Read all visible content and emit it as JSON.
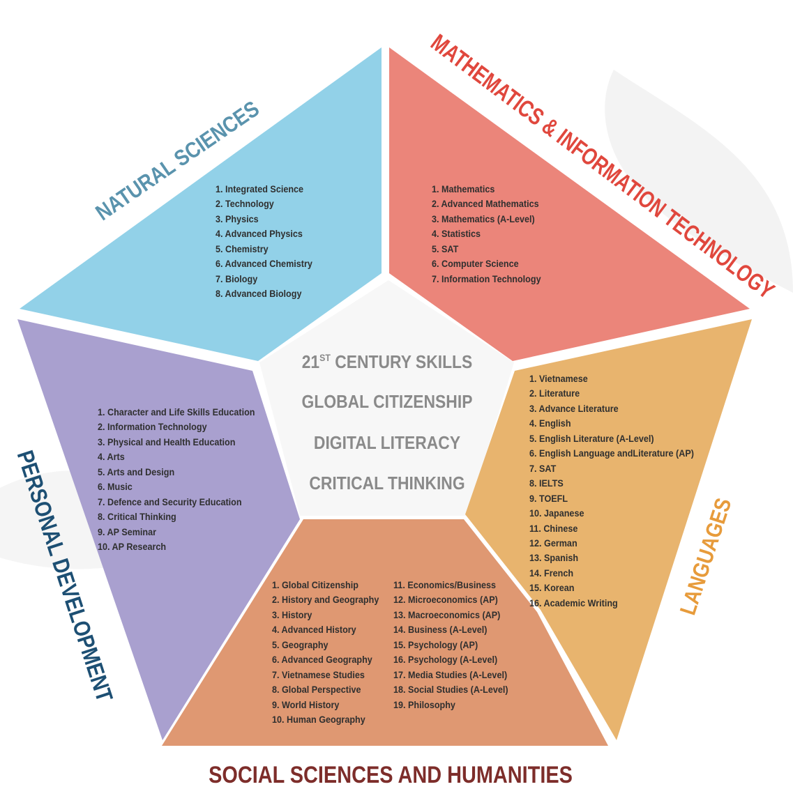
{
  "colors": {
    "natural_sciences": "#92d1e8",
    "mathematics": "#eb857a",
    "languages": "#e8b46e",
    "social_sciences": "#df9872",
    "personal_development": "#a9a0cf",
    "center": "#f7f7f7"
  },
  "core": {
    "line1_main": "21",
    "line1_sup": "ST",
    "line1_rest": " CENTURY SKILLS",
    "line2": "GLOBAL CITIZENSHIP",
    "line3": "DIGITAL LITERACY",
    "line4": "CRITICAL THINKING"
  },
  "natural_sciences": {
    "title": "NATURAL SCIENCES",
    "items": [
      "1. Integrated Science",
      "2. Technology",
      "3. Physics",
      "4. Advanced Physics",
      "5. Chemistry",
      "6. Advanced Chemistry",
      "7. Biology",
      "8. Advanced Biology"
    ]
  },
  "mathematics": {
    "title": "MATHEMATICS & INFORMATION TECHNOLOGY",
    "items": [
      "1. Mathematics",
      "2. Advanced Mathematics",
      "3. Mathematics (A-Level)",
      "4. Statistics",
      "5. SAT",
      "6. Computer Science",
      "7. Information Technology"
    ]
  },
  "languages": {
    "title": "LANGUAGES",
    "items": [
      "1. Vietnamese",
      "2. Literature",
      "3. Advance Literature",
      "4. English",
      "5. English Literature (A-Level)",
      "6. English Language andLiterature (AP)",
      "7. SAT",
      "8. IELTS",
      "9. TOEFL",
      "10. Japanese",
      "11. Chinese",
      "12. German",
      "13. Spanish",
      "14. French",
      "15. Korean",
      "16. Academic Writing"
    ]
  },
  "social_sciences": {
    "title": "SOCIAL SCIENCES AND HUMANITIES",
    "items_left": [
      "1. Global Citizenship",
      "2. History and Geography",
      "3. History",
      "4. Advanced History",
      "5. Geography",
      "6. Advanced Geography",
      "7. Vietnamese Studies",
      "8. Global Perspective",
      "9. World History",
      "10. Human Geography"
    ],
    "items_right": [
      "11. Economics/Business",
      "12. Microeconomics (AP)",
      "13. Macroeconomics (AP)",
      "14. Business (A-Level)",
      "15. Psychology (AP)",
      "16. Psychology (A-Level)",
      "17. Media Studies (A-Level)",
      "18. Social Studies (A-Level)",
      "19. Philosophy"
    ]
  },
  "personal_development": {
    "title": "PERSONAL DEVELOPMENT",
    "items": [
      "1. Character and Life Skills Education",
      "2. Information Technology",
      "3. Physical and Health Education",
      "4. Arts",
      "5. Arts and Design",
      "6. Music",
      "7. Defence and Security Education",
      "8. Critical Thinking",
      "9. AP Seminar",
      "10. AP Research"
    ]
  }
}
